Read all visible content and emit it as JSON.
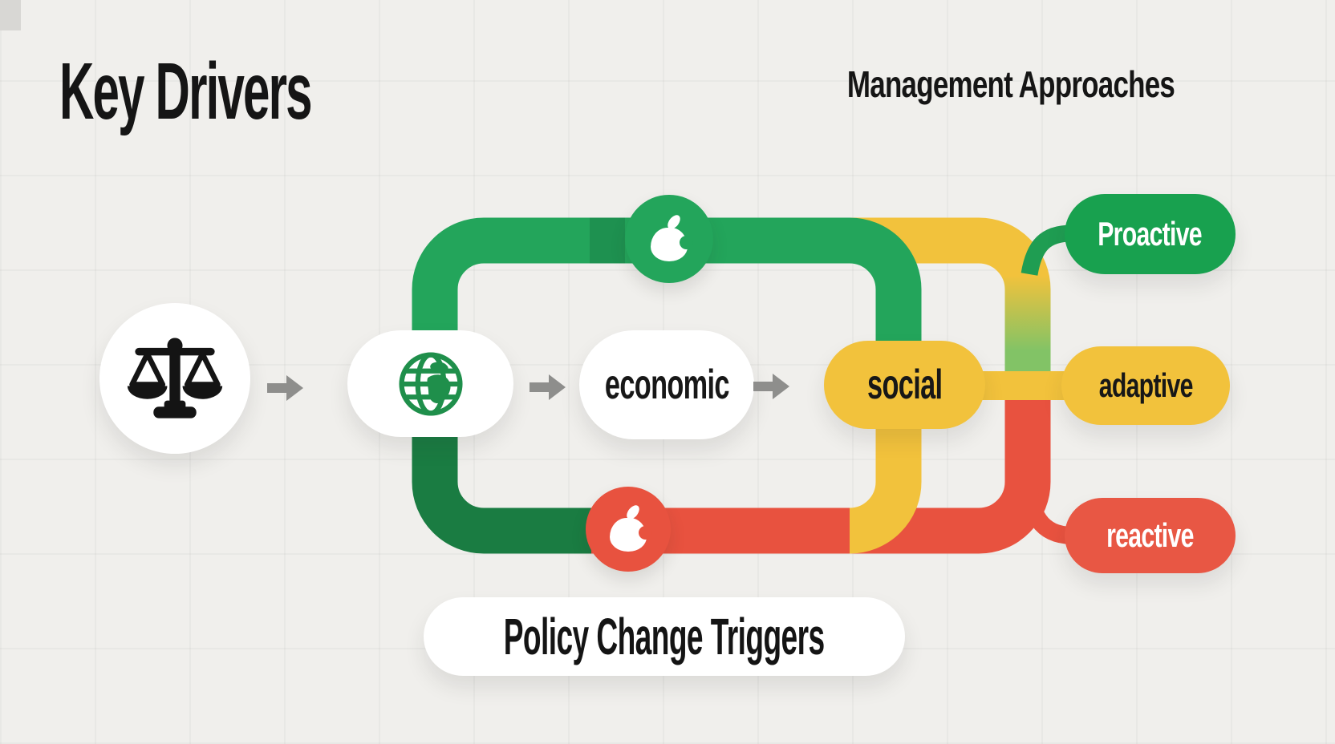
{
  "header": {
    "title": "Key Drivers",
    "right_title": "Management Approaches"
  },
  "flow": {
    "nodes": [
      {
        "id": "drivers",
        "icon": "balance-scale-icon",
        "label": ""
      },
      {
        "id": "global",
        "icon": "globe-icon",
        "label": ""
      },
      {
        "id": "economic",
        "label": "economic"
      },
      {
        "id": "social",
        "label": "social"
      }
    ],
    "arrows": 3,
    "stations": [
      {
        "id": "top-station",
        "icon": "apple-icon",
        "color": "#23a55b"
      },
      {
        "id": "bottom-station",
        "icon": "apple-icon",
        "color": "#e8523f"
      }
    ]
  },
  "approaches": [
    {
      "label": "Proactive",
      "color": "#18a14f",
      "text_color": "#ffffff"
    },
    {
      "label": "adaptive",
      "color": "#f2c23c",
      "text_color": "#171717"
    },
    {
      "label": "reactive",
      "color": "#e85744",
      "text_color": "#ffffff"
    }
  ],
  "footer": {
    "label": "Policy Change Triggers"
  },
  "colors": {
    "background": "#f0efec",
    "band_green": "#23a55b",
    "band_dark_green": "#1a7c42",
    "band_light_green": "#82c366",
    "band_yellow": "#f2c23c",
    "band_red": "#e8523f",
    "arrow_gray": "#8e8e8c",
    "text_black": "#151515"
  }
}
